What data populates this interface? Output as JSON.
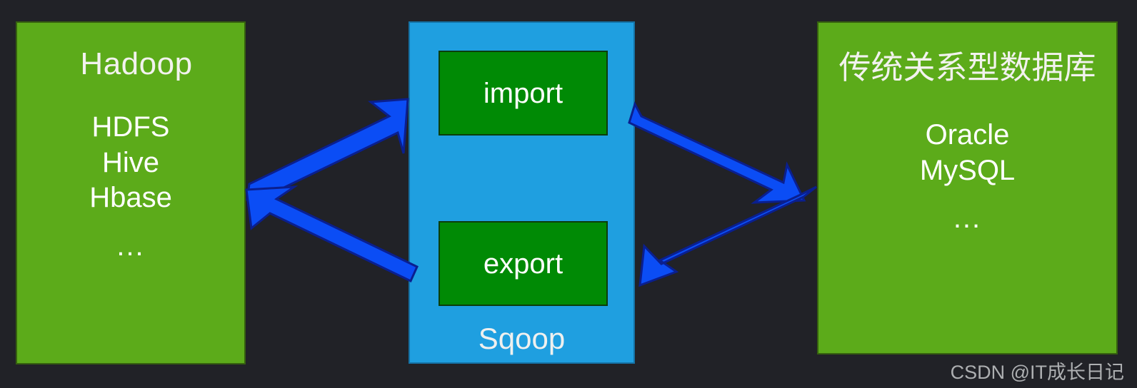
{
  "diagram": {
    "background_color": "#212227",
    "left_panel": {
      "name": "hadoop",
      "title": "Hadoop",
      "fill_color": "#5cab1a",
      "items": [
        "HDFS",
        "Hive",
        "Hbase"
      ],
      "ellipsis": "..."
    },
    "center_panel": {
      "name": "sqoop",
      "label": "Sqoop",
      "fill_color": "#1f9fe0",
      "operations": [
        {
          "id": "import",
          "label": "import",
          "fill_color": "#008a05"
        },
        {
          "id": "export",
          "label": "export",
          "fill_color": "#008a05"
        }
      ]
    },
    "right_panel": {
      "name": "rdbms",
      "title": "传统关系型数据库",
      "fill_color": "#5cab1a",
      "items": [
        "Oracle",
        "MySQL"
      ],
      "ellipsis": "..."
    },
    "arrows": {
      "color": "#0b4df5",
      "outline_color": "#0a1f8f",
      "connections": [
        {
          "id": "hadoop-to-import",
          "from": "hadoop",
          "to": "import",
          "direction": "right"
        },
        {
          "id": "import-to-rdbms",
          "from": "import",
          "to": "rdbms",
          "direction": "right"
        },
        {
          "id": "rdbms-to-export",
          "from": "rdbms",
          "to": "export",
          "direction": "left"
        },
        {
          "id": "export-to-hadoop",
          "from": "export",
          "to": "hadoop",
          "direction": "left"
        }
      ]
    },
    "watermark": "CSDN @IT成长日记"
  }
}
